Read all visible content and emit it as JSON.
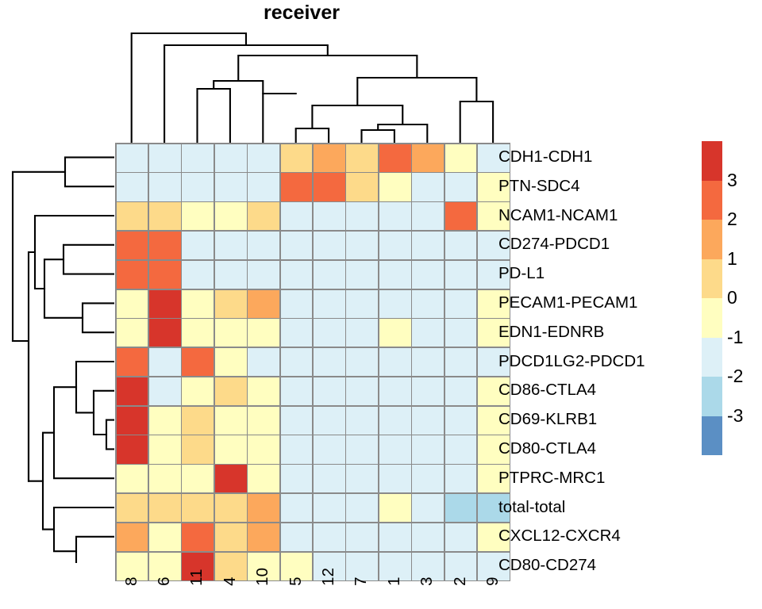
{
  "title": "receiver",
  "palette": {
    "bands": [
      "#d7352b",
      "#f4693f",
      "#fca85c",
      "#fdda8a",
      "#fffec0",
      "#ddf0f7",
      "#abd9e9",
      "#5b8fc4"
    ],
    "grid_line": "#8a8a8a",
    "dendrogram_line": "#000000"
  },
  "legend": {
    "ticks": [
      "3",
      "2",
      "1",
      "0",
      "-1",
      "-2",
      "-3"
    ],
    "n_bands": 8
  },
  "chart_data": {
    "type": "heatmap",
    "title": "receiver",
    "xlabel": "",
    "ylabel": "",
    "colorbar_ticks": [
      3,
      2,
      1,
      0,
      -1,
      -2,
      -3
    ],
    "zlim": [
      -3.5,
      3.5
    ],
    "row_labels": [
      "CDH1-CDH1",
      "PTN-SDC4",
      "NCAM1-NCAM1",
      "CD274-PDCD1",
      "PD-L1",
      "PECAM1-PECAM1",
      "EDN1-EDNRB",
      "PDCD1LG2-PDCD1",
      "CD86-CTLA4",
      "CD69-KLRB1",
      "CD80-CTLA4",
      "PTPRC-MRC1",
      "total-total",
      "CXCL12-CXCR4",
      "CD80-CD274"
    ],
    "col_labels": [
      "8",
      "6",
      "11",
      "4",
      "10",
      "5",
      "12",
      "7",
      "1",
      "3",
      "2",
      "9"
    ],
    "values": [
      [
        -1,
        -1,
        -1,
        -1,
        -1,
        1,
        1.6,
        1,
        2.3,
        1.6,
        0.2,
        -1
      ],
      [
        -1,
        -1,
        -1,
        -1,
        -1,
        2.3,
        2.3,
        1,
        0.2,
        -1,
        -1,
        0.2
      ],
      [
        1,
        1,
        0.2,
        0.2,
        1,
        -1,
        -1,
        -1,
        -1,
        -1,
        2.3,
        0.2
      ],
      [
        2.3,
        2.3,
        -1,
        -1,
        -1,
        -1,
        -1,
        -1,
        -1,
        -1,
        -1,
        -1
      ],
      [
        2.3,
        2.3,
        -1,
        -1,
        -1,
        -1,
        -1,
        -1,
        -1,
        -1,
        -1,
        -1
      ],
      [
        0.2,
        3.2,
        0.2,
        1,
        1.6,
        -1,
        -1,
        -1,
        -1,
        -1,
        -1,
        0.2
      ],
      [
        0.2,
        3.2,
        0.2,
        0.2,
        0.2,
        -1,
        -1,
        -1,
        0.2,
        -1,
        -1,
        0.2
      ],
      [
        2.3,
        -1,
        2.3,
        0.2,
        -1,
        -1,
        -1,
        -1,
        -1,
        -1,
        -1,
        -1
      ],
      [
        3.2,
        -1,
        0.2,
        1,
        0.2,
        -1,
        -1,
        -1,
        -1,
        -1,
        -1,
        0.2
      ],
      [
        3.2,
        0.2,
        1,
        0.2,
        0.2,
        -1,
        -1,
        -1,
        -1,
        -1,
        -1,
        0.2
      ],
      [
        3.2,
        0.2,
        1,
        0.2,
        0.2,
        -1,
        -1,
        -1,
        -1,
        -1,
        -1,
        0.2
      ],
      [
        0.2,
        0.2,
        0.2,
        3.2,
        0.2,
        -1,
        -1,
        -1,
        -1,
        -1,
        -1,
        0.2
      ],
      [
        1,
        1,
        1,
        1,
        1.6,
        -1,
        -1,
        -1,
        0.2,
        -1,
        -1.6,
        -1.6
      ],
      [
        1.6,
        0.2,
        2.3,
        1,
        1.6,
        -1,
        -1,
        -1,
        -1,
        -1,
        -1,
        0.2
      ],
      [
        0.2,
        0.2,
        3.2,
        1,
        0.2,
        0.2,
        -1,
        -1,
        -1,
        -1,
        -1,
        -1
      ]
    ],
    "colors": [
      [
        "#ddf0f7",
        "#ddf0f7",
        "#ddf0f7",
        "#ddf0f7",
        "#ddf0f7",
        "#fdda8a",
        "#fca85c",
        "#fdda8a",
        "#f4693f",
        "#fca85c",
        "#fffec0",
        "#ddf0f7"
      ],
      [
        "#ddf0f7",
        "#ddf0f7",
        "#ddf0f7",
        "#ddf0f7",
        "#ddf0f7",
        "#f4693f",
        "#f4693f",
        "#fdda8a",
        "#fffec0",
        "#ddf0f7",
        "#ddf0f7",
        "#fffec0"
      ],
      [
        "#fdda8a",
        "#fdda8a",
        "#fffec0",
        "#fffec0",
        "#fdda8a",
        "#ddf0f7",
        "#ddf0f7",
        "#ddf0f7",
        "#ddf0f7",
        "#ddf0f7",
        "#f4693f",
        "#fffec0"
      ],
      [
        "#f4693f",
        "#f4693f",
        "#ddf0f7",
        "#ddf0f7",
        "#ddf0f7",
        "#ddf0f7",
        "#ddf0f7",
        "#ddf0f7",
        "#ddf0f7",
        "#ddf0f7",
        "#ddf0f7",
        "#ddf0f7"
      ],
      [
        "#f4693f",
        "#f4693f",
        "#ddf0f7",
        "#ddf0f7",
        "#ddf0f7",
        "#ddf0f7",
        "#ddf0f7",
        "#ddf0f7",
        "#ddf0f7",
        "#ddf0f7",
        "#ddf0f7",
        "#ddf0f7"
      ],
      [
        "#fffec0",
        "#d7352b",
        "#fffec0",
        "#fdda8a",
        "#fca85c",
        "#ddf0f7",
        "#ddf0f7",
        "#ddf0f7",
        "#ddf0f7",
        "#ddf0f7",
        "#ddf0f7",
        "#fffec0"
      ],
      [
        "#fffec0",
        "#d7352b",
        "#fffec0",
        "#fffec0",
        "#fffec0",
        "#ddf0f7",
        "#ddf0f7",
        "#ddf0f7",
        "#fffec0",
        "#ddf0f7",
        "#ddf0f7",
        "#fffec0"
      ],
      [
        "#f4693f",
        "#ddf0f7",
        "#f4693f",
        "#fffec0",
        "#ddf0f7",
        "#ddf0f7",
        "#ddf0f7",
        "#ddf0f7",
        "#ddf0f7",
        "#ddf0f7",
        "#ddf0f7",
        "#ddf0f7"
      ],
      [
        "#d7352b",
        "#ddf0f7",
        "#fffec0",
        "#fdda8a",
        "#fffec0",
        "#ddf0f7",
        "#ddf0f7",
        "#ddf0f7",
        "#ddf0f7",
        "#ddf0f7",
        "#ddf0f7",
        "#fffec0"
      ],
      [
        "#d7352b",
        "#fffec0",
        "#fdda8a",
        "#fffec0",
        "#fffec0",
        "#ddf0f7",
        "#ddf0f7",
        "#ddf0f7",
        "#ddf0f7",
        "#ddf0f7",
        "#ddf0f7",
        "#fffec0"
      ],
      [
        "#d7352b",
        "#fffec0",
        "#fdda8a",
        "#fffec0",
        "#fffec0",
        "#ddf0f7",
        "#ddf0f7",
        "#ddf0f7",
        "#ddf0f7",
        "#ddf0f7",
        "#ddf0f7",
        "#fffec0"
      ],
      [
        "#fffec0",
        "#fffec0",
        "#fffec0",
        "#d7352b",
        "#fffec0",
        "#ddf0f7",
        "#ddf0f7",
        "#ddf0f7",
        "#ddf0f7",
        "#ddf0f7",
        "#ddf0f7",
        "#fffec0"
      ],
      [
        "#fdda8a",
        "#fdda8a",
        "#fdda8a",
        "#fdda8a",
        "#fca85c",
        "#ddf0f7",
        "#ddf0f7",
        "#ddf0f7",
        "#fffec0",
        "#ddf0f7",
        "#abd9e9",
        "#abd9e9"
      ],
      [
        "#fca85c",
        "#fffec0",
        "#f4693f",
        "#fdda8a",
        "#fca85c",
        "#ddf0f7",
        "#ddf0f7",
        "#ddf0f7",
        "#ddf0f7",
        "#ddf0f7",
        "#ddf0f7",
        "#fffec0"
      ],
      [
        "#fffec0",
        "#fffec0",
        "#d7352b",
        "#fdda8a",
        "#fffec0",
        "#fffec0",
        "#ddf0f7",
        "#ddf0f7",
        "#ddf0f7",
        "#ddf0f7",
        "#ddf0f7",
        "#ddf0f7"
      ]
    ]
  }
}
